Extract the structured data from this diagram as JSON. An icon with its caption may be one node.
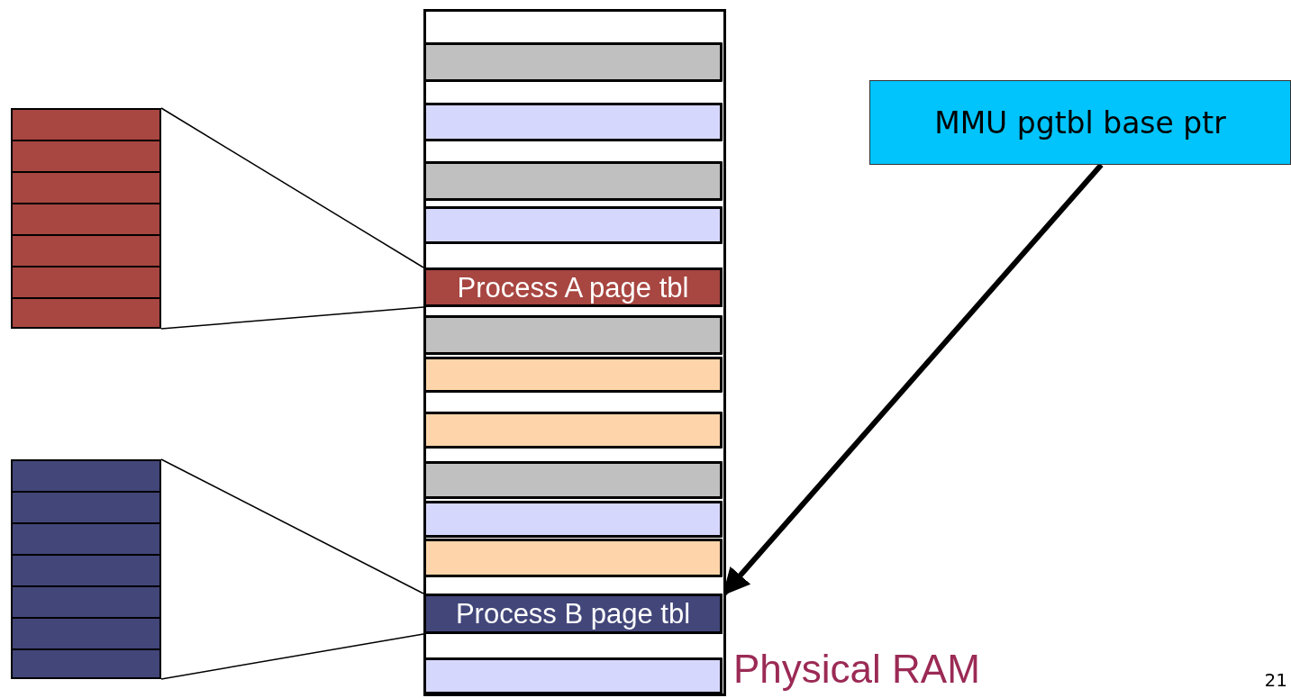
{
  "diagram": {
    "nodes": [
      {
        "text": [],
        "shape": "box",
        "beside": [
          "Physical RAM"
        ]
      },
      {
        "text": [],
        "shape": "bar",
        "in": 0
      },
      {
        "text": [],
        "shape": "bar",
        "in": 0
      },
      {
        "text": [],
        "shape": "bar",
        "in": 0
      },
      {
        "text": [],
        "shape": "bar",
        "in": 0
      },
      {
        "text": [
          "Process A page tbl"
        ],
        "in": 0
      },
      {
        "text": [],
        "shape": "bar",
        "in": 0
      },
      {
        "text": [],
        "shape": "bar",
        "in": 0
      },
      {
        "text": [],
        "shape": "bar",
        "in": 0
      },
      {
        "text": [],
        "shape": "bar",
        "in": 0
      },
      {
        "text": [],
        "shape": "bar",
        "in": 0
      },
      {
        "text": [],
        "shape": "bar",
        "in": 0
      },
      {
        "text": [
          "Process B page tbl"
        ],
        "in": 0
      },
      {
        "text": [],
        "shape": "bar",
        "in": 0
      },
      {
        "text": [
          "MMU pgtbl base ptr"
        ]
      },
      {
        "text": [],
        "shape": "box"
      },
      {
        "text": [],
        "shape": "box"
      }
    ],
    "edges": [
      {
        "from": 15,
        "to": 5,
        "arrow": "none"
      },
      {
        "from": 15,
        "to": 5,
        "arrow": "none"
      },
      {
        "from": 16,
        "to": 12,
        "arrow": "none"
      },
      {
        "from": 16,
        "to": 12,
        "arrow": "none"
      },
      {
        "from": 14,
        "to": 12,
        "arrow": "to",
        "style": "thick"
      }
    ],
    "labels": [
      "21"
    ]
  }
}
